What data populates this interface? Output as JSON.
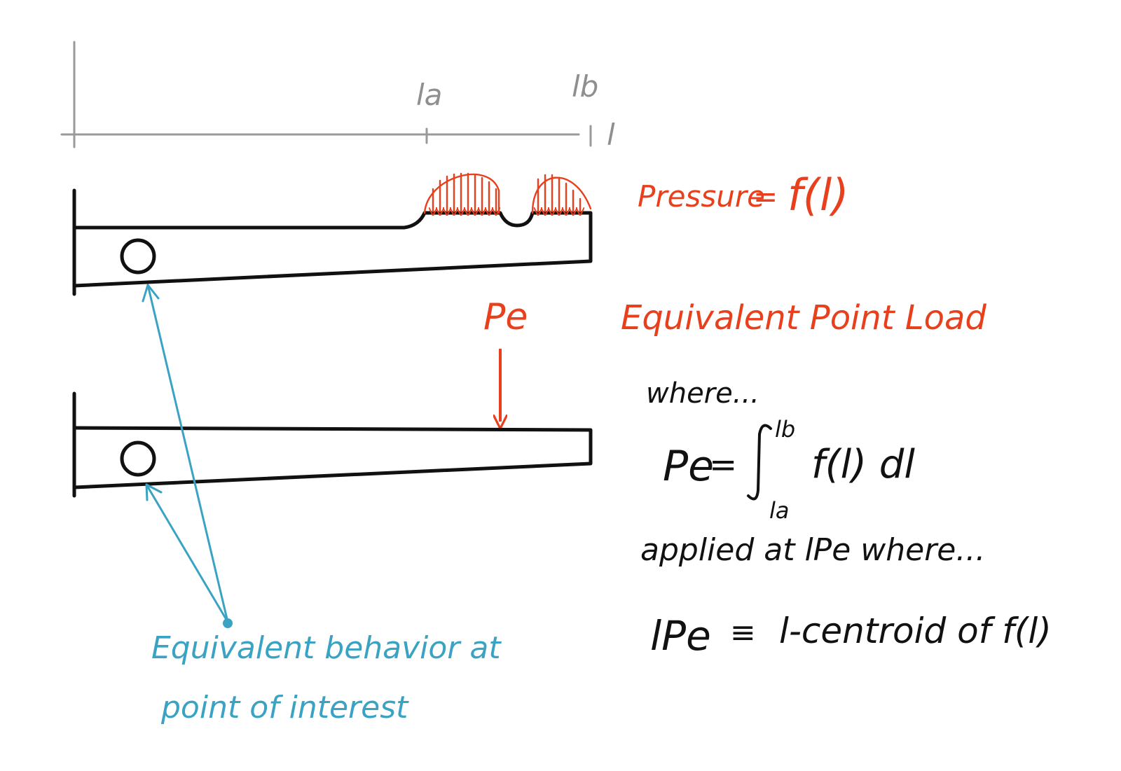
{
  "axis": {
    "label_a": "la",
    "label_b": "lb",
    "label_axis": "l"
  },
  "pressure": {
    "label": "Pressure",
    "equals": "=",
    "func": "f(l)"
  },
  "point_load": {
    "symbol": "Pe",
    "label": "Equivalent Point Load"
  },
  "equations": {
    "where_1": "where...",
    "lhs": "Pe",
    "eq": "=",
    "upper_limit": "lb",
    "integrand": "f(l) dl",
    "lower_limit": "la",
    "applied": "applied at lPe where...",
    "centroid_lhs": "lPe",
    "centroid_eq": "≡",
    "centroid_rhs": "l-centroid of f(l)"
  },
  "annotation": {
    "line1": "Equivalent behavior at",
    "line2": "point of interest"
  },
  "colors": {
    "red": "#e8401c",
    "blue": "#3aa3c4",
    "black": "#111111",
    "gray": "#8f8f8f"
  }
}
